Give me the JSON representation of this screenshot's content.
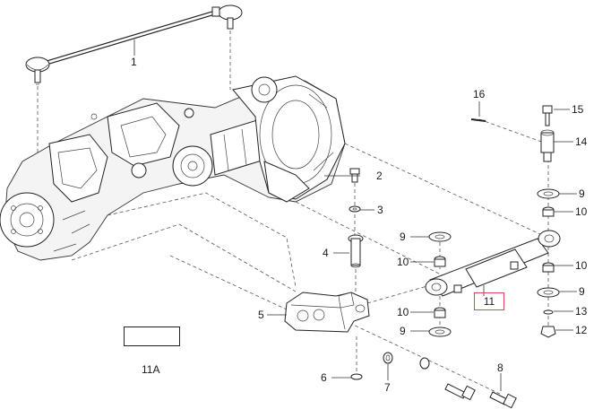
{
  "labels": {
    "l1": "1",
    "l2": "2",
    "l3": "3",
    "l4": "4",
    "l5": "5",
    "l6": "6",
    "l7": "7",
    "l8": "8",
    "l9a": "9",
    "l9b": "9",
    "l9c": "9",
    "l9d": "9",
    "l10a": "10",
    "l10b": "10",
    "l10c": "10",
    "l10d": "10",
    "l11": "11",
    "l11a": "11A",
    "l12": "12",
    "l13": "13",
    "l14": "14",
    "l15": "15",
    "l16": "16"
  },
  "colors": {
    "highlight": "#e0485a",
    "line": "#222222"
  }
}
